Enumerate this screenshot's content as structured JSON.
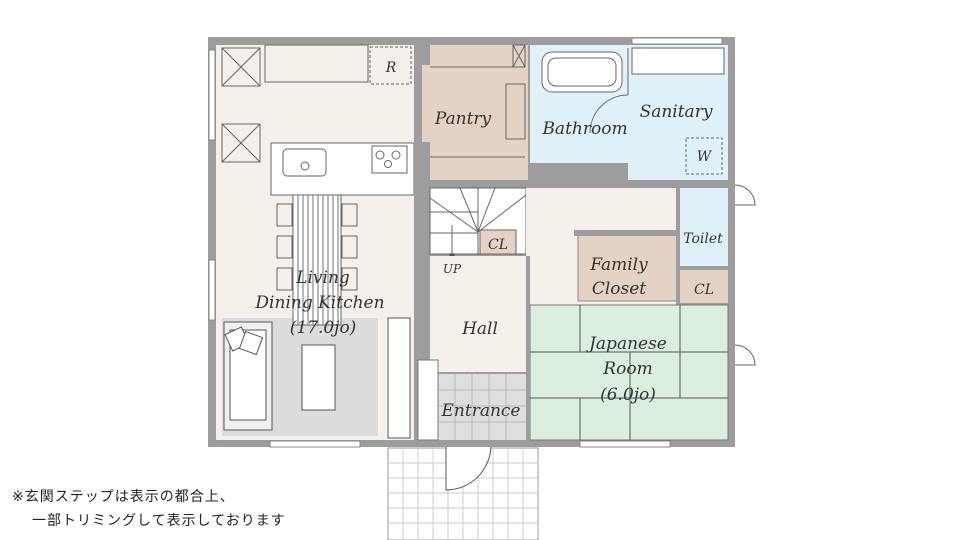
{
  "rooms": {
    "ldk_line1": "Living",
    "ldk_line2": "Dining Kitchen",
    "ldk_size": "(17.0jo)",
    "pantry": "Pantry",
    "bathroom": "Bathroom",
    "sanitary": "Sanitary",
    "washer": "W",
    "fridge": "R",
    "toilet": "Toilet",
    "stair_closet": "CL",
    "up": "UP",
    "family_closet_line1": "Family",
    "family_closet_line2": "Closet",
    "closet": "CL",
    "hall": "Hall",
    "japanese_line1": "Japanese",
    "japanese_line2": "Room",
    "japanese_size": "(6.0jo)",
    "entrance": "Entrance"
  },
  "notes": {
    "line1": "※玄関ステップは表示の都合上、",
    "line2": "一部トリミングして表示しております"
  },
  "colors": {
    "wall": "#9d9d9d",
    "ldk": "#f6f0ea",
    "storage": "#e4d3c4",
    "wet": "#e0f1fa",
    "tatami": "#dcefdf",
    "tile": "#dedede"
  }
}
